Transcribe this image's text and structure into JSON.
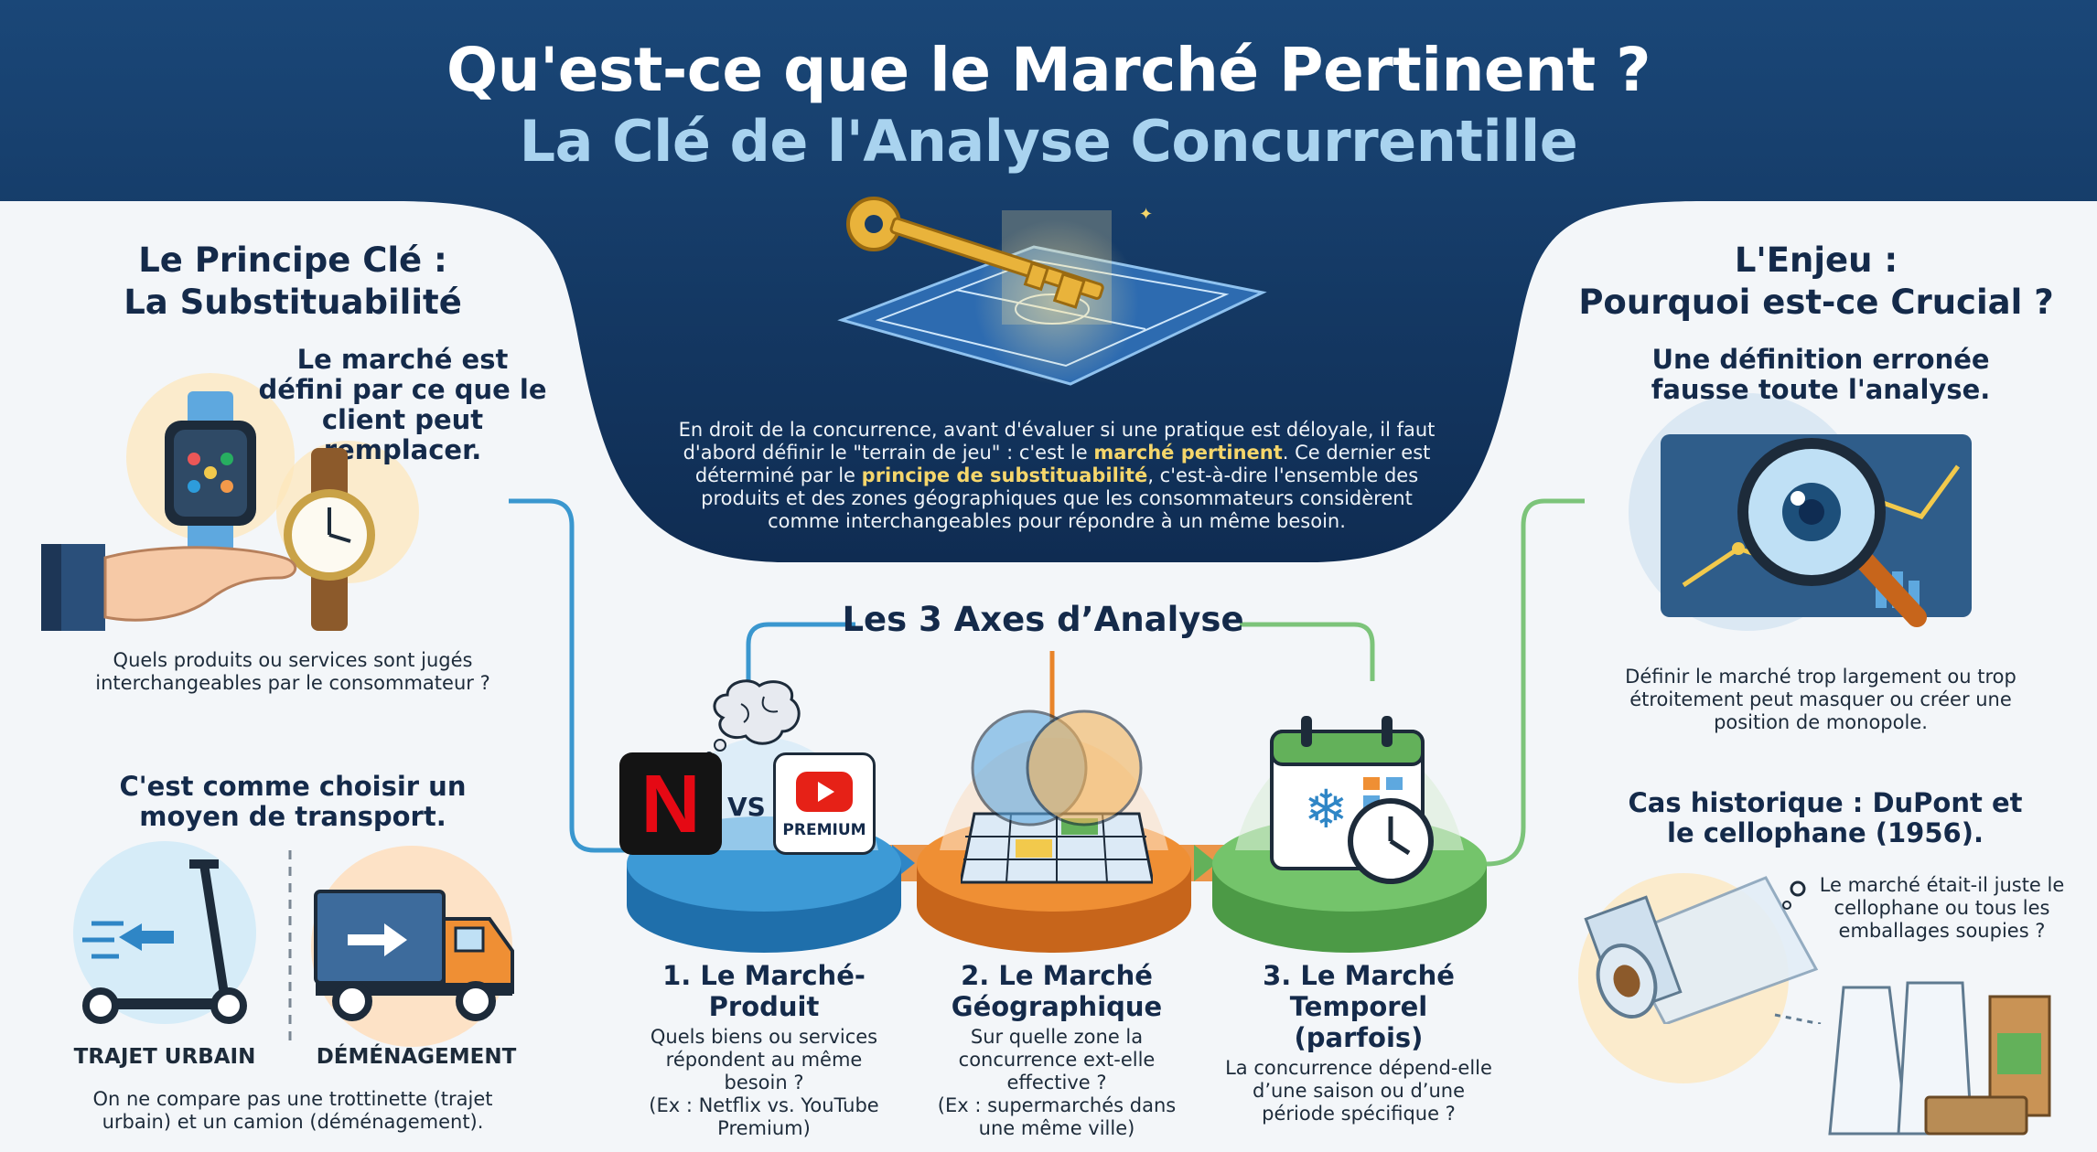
{
  "header": {
    "title": "Qu'est-ce que le Marché Pertinent ?",
    "subtitle": "La Clé de l'Analyse Concurrentille"
  },
  "intro": {
    "part1": "En droit de la concurrence, avant d'évaluer si une pratique est déloyale, il faut d'abord définir le \"terrain de jeu\" : c'est le ",
    "highlight1": "marché pertinent",
    "part2": ". Ce dernier est déterminé par le ",
    "highlight2": "principe de substituabilité",
    "part3": ", c'est-à-dire l'ensemble des produits et des zones géographiques que les consommateurs considèrent comme interchangeables pour répondre à un même besoin."
  },
  "left": {
    "heading_line1": "Le Principe Clé :",
    "heading_line2": "La Substituabilité",
    "statement": "Le marché est défini par ce que le client peut remplacer.",
    "question": "Quels produits ou services sont jugés interchangeables par le consommateur ?",
    "analogy": "C'est comme choisir un moyen de transport.",
    "label_urbain": "TRAJET URBAIN",
    "label_demenagement": "DÉMÉNAGEMENT",
    "note": "On ne compare pas une trottinette (trajet urbain) et un camion (déménagement)."
  },
  "center": {
    "axes_title": "Les 3 Axes d’Analyse",
    "vs": "VS",
    "premium": "PREMIUM",
    "axis1": {
      "title": "1. Le Marché-Produit",
      "text": "Quels biens ou services répondent au même besoin ?",
      "example": "(Ex : Netflix vs. YouTube Premium)"
    },
    "axis2": {
      "title": "2. Le Marché Géographique",
      "text": "Sur quelle zone la concurrence ext-elle effective ?",
      "example": "(Ex : supermarchés dans une même ville)"
    },
    "axis3": {
      "title": "3. Le Marché Temporel (parfois)",
      "text": "La concurrence dépend-elle d’une saison ou d’une période spécifique ?"
    }
  },
  "right": {
    "heading_line1": "L'Enjeu :",
    "heading_line2": "Pourquoi est-ce Crucial ?",
    "statement": "Une définition erronée fausse toute l'analyse.",
    "explanation": "Définir le marché trop largement ou trop étroitement peut masquer ou créer une position de monopole.",
    "case_title": "Cas historique : DuPont et le cellophane (1956).",
    "case_question": "Le marché était-il juste le cellophane ou tous les emballages soupies ?"
  },
  "colors": {
    "navy": "#163a66",
    "accent_blue": "#2f86c6",
    "accent_orange": "#e8842a",
    "accent_green": "#63b15a",
    "gold": "#e9b33b"
  }
}
